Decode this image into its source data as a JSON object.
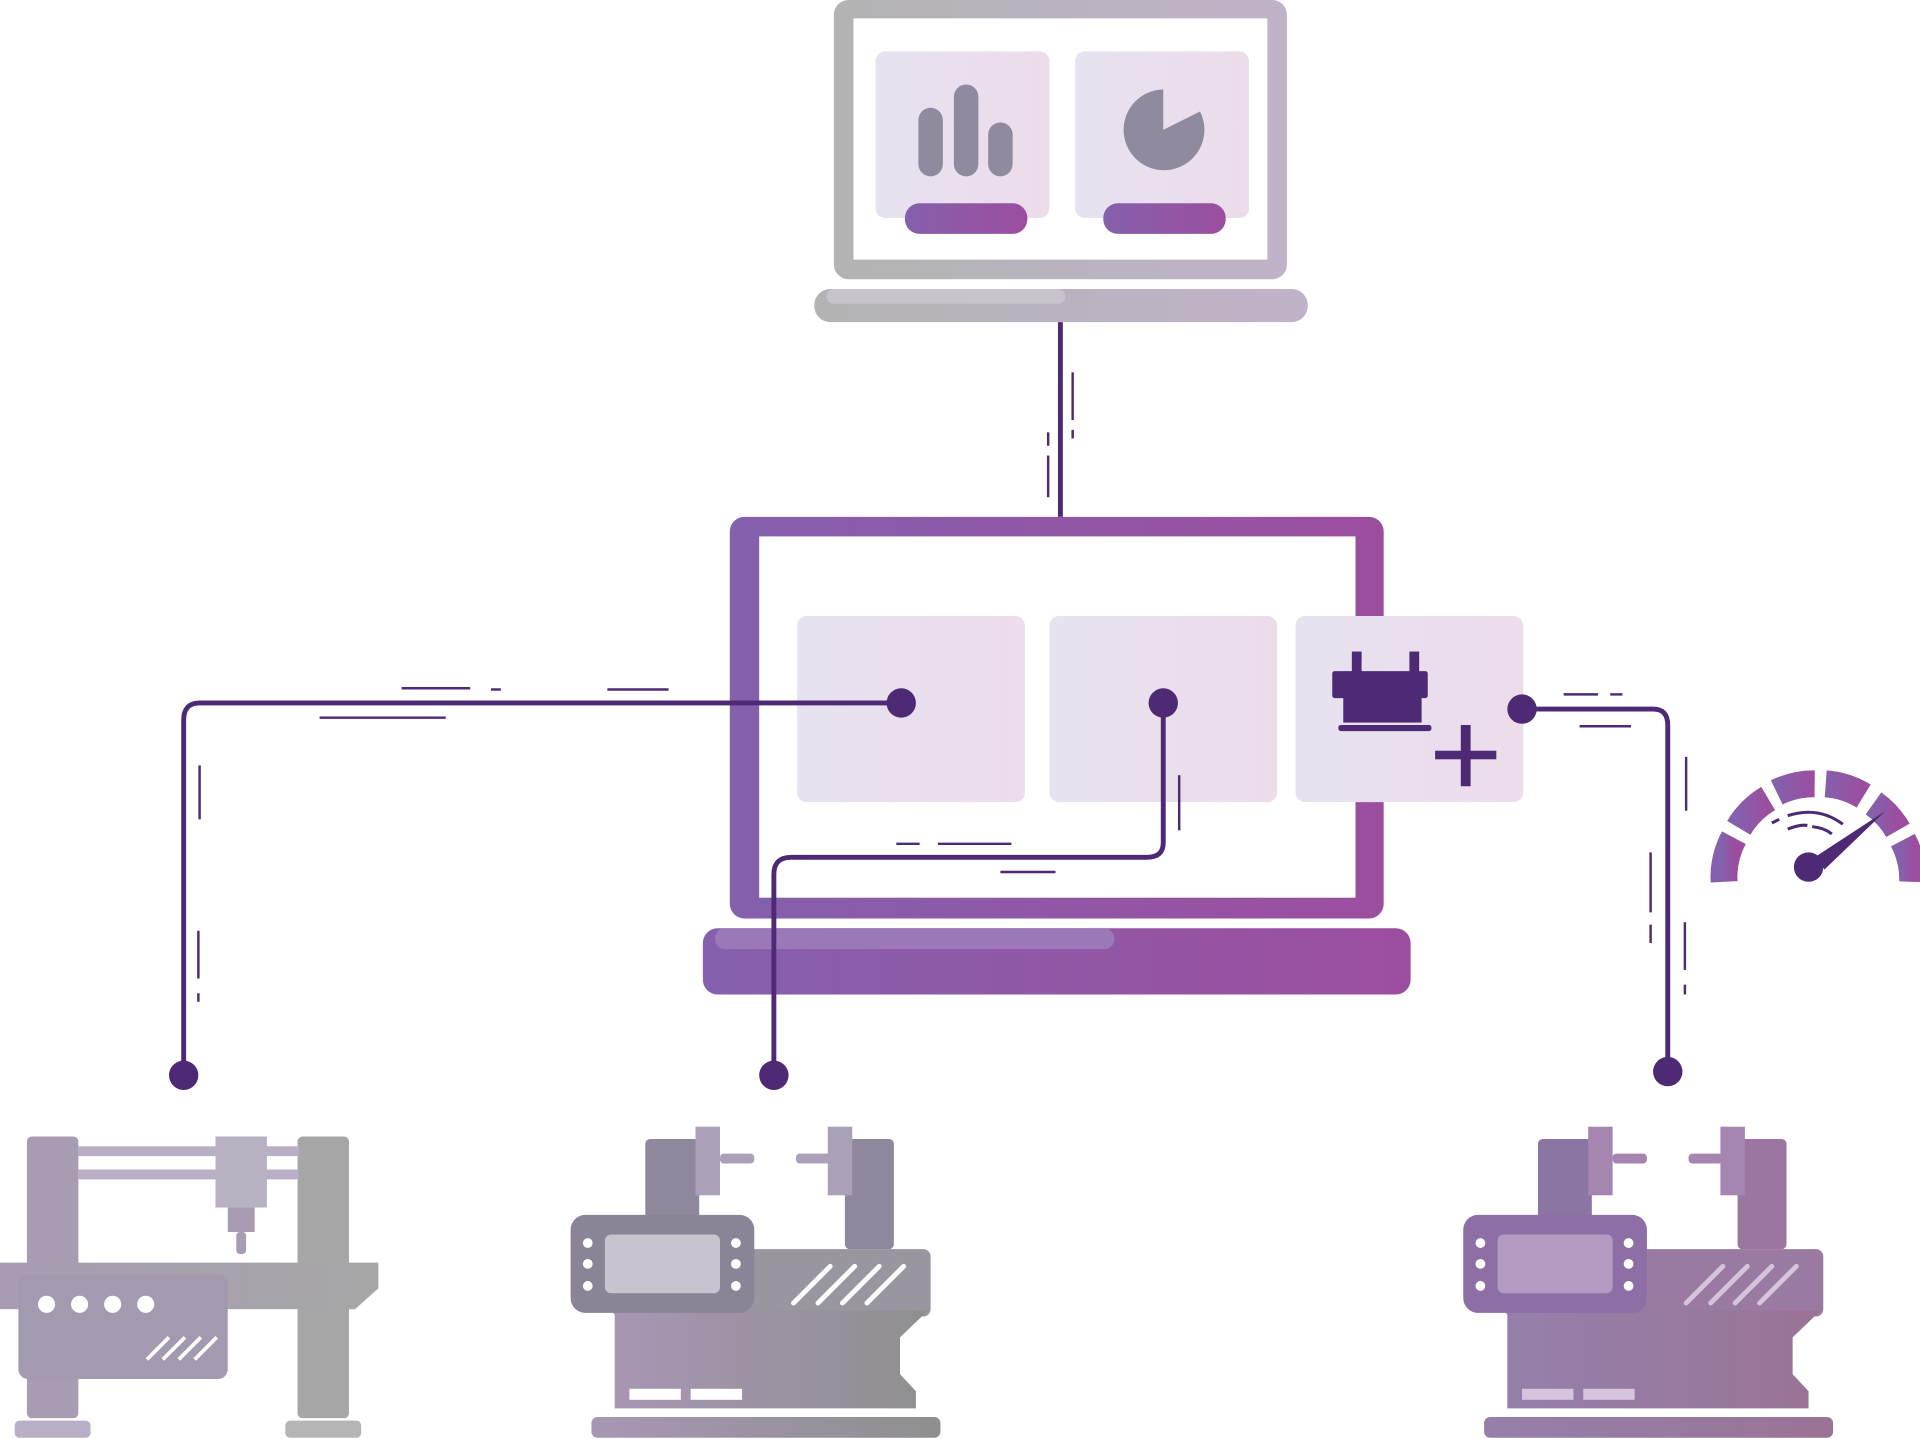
{
  "diagram": {
    "colors": {
      "line": "#4e2a74",
      "purple_start": "#8560ad",
      "purple_end": "#9c4e9e",
      "gray": "#b5b5b5",
      "gray_purple": "#bfb3c9",
      "card_start": "#e6e2f0",
      "card_end": "#ecdcea",
      "icon_gray": "#8f8a9e"
    },
    "icons": [
      "laptop-dashboard",
      "bar-chart",
      "pie-chart",
      "laptop-hub",
      "machine-add",
      "speedometer",
      "cnc-gantry-machine",
      "lathe-machine",
      "lathe-machine"
    ]
  }
}
